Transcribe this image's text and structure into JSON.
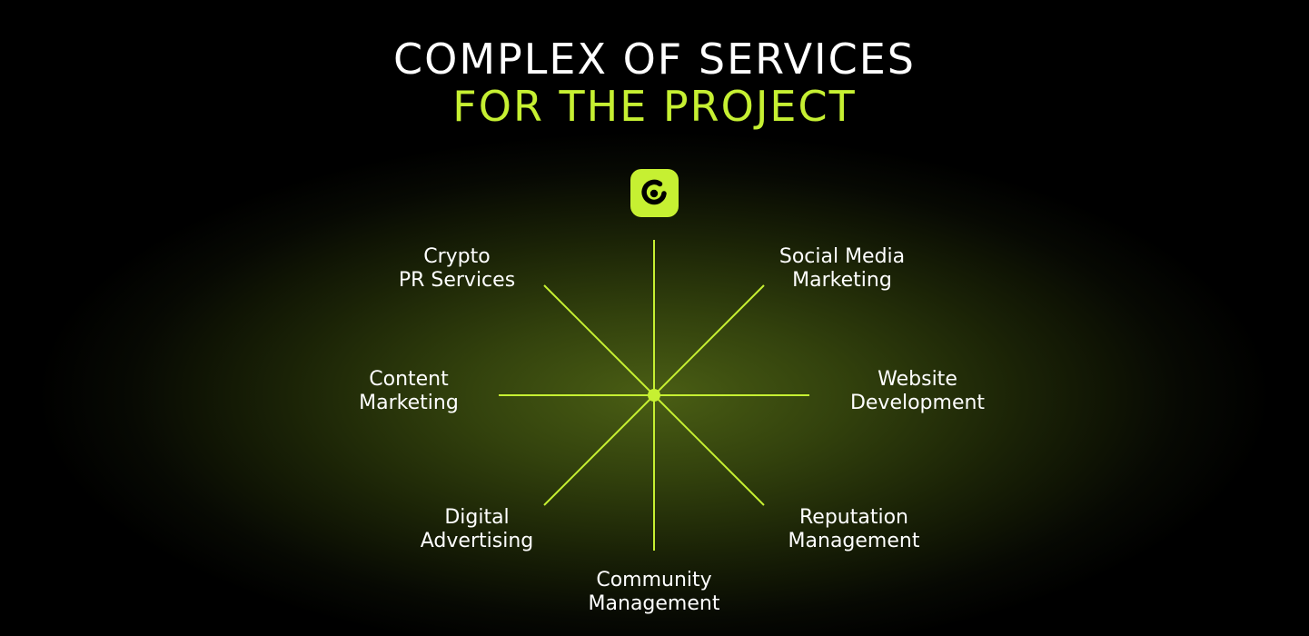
{
  "title": {
    "line1": "COMPLEX OF SERVICES",
    "line2": "FOR THE PROJECT"
  },
  "logo": {
    "icon": "c-ring-icon"
  },
  "colors": {
    "accent": "#c6f032",
    "text": "#ffffff",
    "background": "#000000"
  },
  "services": [
    {
      "id": "crypto-pr",
      "line1": "Crypto",
      "line2": "PR Services"
    },
    {
      "id": "social-media",
      "line1": "Social Media",
      "line2": "Marketing"
    },
    {
      "id": "content-marketing",
      "line1": "Content",
      "line2": "Marketing"
    },
    {
      "id": "website-development",
      "line1": "Website",
      "line2": "Development"
    },
    {
      "id": "digital-advertising",
      "line1": "Digital",
      "line2": "Advertising"
    },
    {
      "id": "reputation-management",
      "line1": "Reputation",
      "line2": "Management"
    },
    {
      "id": "community-management",
      "line1": "Community",
      "line2": "Management"
    }
  ]
}
